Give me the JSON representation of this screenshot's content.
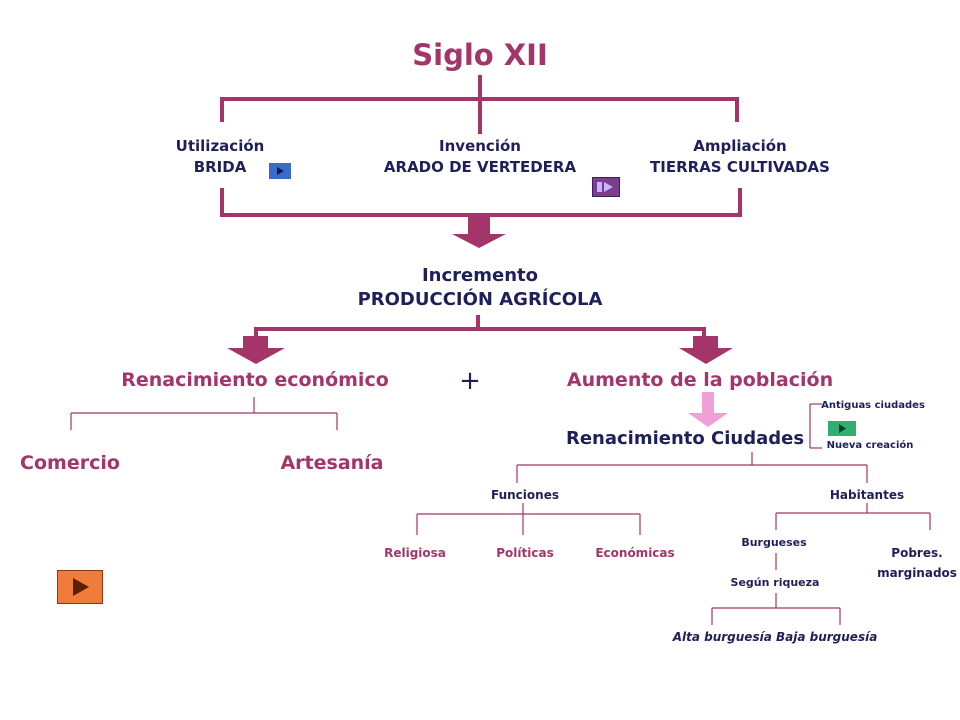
{
  "title": "Siglo XII",
  "top": {
    "left": {
      "line1": "Utilización",
      "line2": "BRIDA"
    },
    "center": {
      "line1": "Invención",
      "line2": "ARADO DE VERTEDERA"
    },
    "right": {
      "line1": "Ampliación",
      "line2": "TIERRAS CULTIVADAS"
    }
  },
  "increment": {
    "line1": "Incremento",
    "line2": "PRODUCCIÓN AGRÍCOLA"
  },
  "econ": {
    "title": "Renacimiento económico",
    "left": "Comercio",
    "right": "Artesanía"
  },
  "plus": "+",
  "pop": {
    "title": "Aumento de la población"
  },
  "cities": {
    "title": "Renacimiento Ciudades",
    "old": "Antiguas ciudades",
    "new": "Nueva creación"
  },
  "funciones": {
    "label": "Funciones",
    "items": [
      "Religiosa",
      "Políticas",
      "Económicas"
    ]
  },
  "habitantes": {
    "label": "Habitantes",
    "burgueses": "Burgueses",
    "pobres1": "Pobres.",
    "pobres2": "marginados",
    "riqueza": "Según riqueza",
    "alta": "Alta burguesía",
    "baja": "Baja burguesía"
  },
  "colors": {
    "maroon": "#a3356b",
    "navy": "#1f1f5a",
    "blue_button": "#3a6bc9",
    "green_button": "#2fb070",
    "orange_button": "#f07c3c"
  },
  "icons": {
    "play_button": "play-icon",
    "down_arrow": "down-arrow-icon"
  }
}
